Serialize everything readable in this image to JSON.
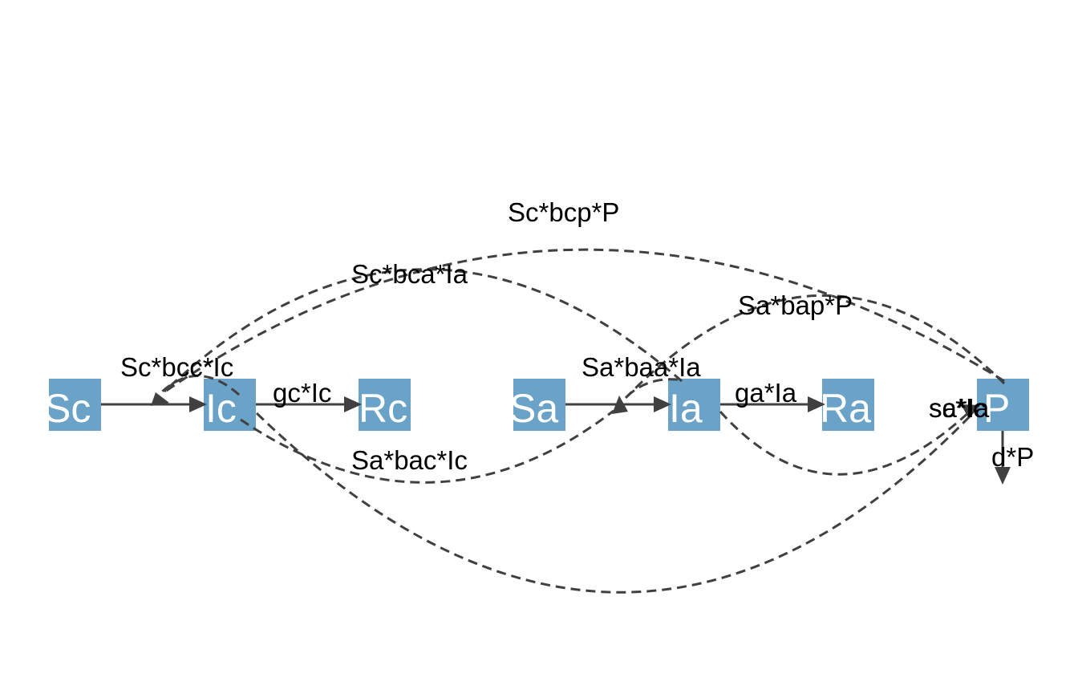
{
  "diagram": {
    "nodes": {
      "Sc": "Sc",
      "Ic": "Ic",
      "Rc": "Rc",
      "Sa": "Sa",
      "Ia": "Ia",
      "Ra": "Ra",
      "P": "P"
    },
    "flows": {
      "gc_ic": "gc*Ic",
      "ga_ia": "ga*Ia",
      "d_p": "d*P",
      "sc_bcc_ic": "Sc*bcc*Ic",
      "sc_bca_ia": "Sc*bca*Ia",
      "sc_bcp_p": "Sc*bcp*P",
      "sa_bac_ic": "Sa*bac*Ic",
      "sa_baa_ia": "Sa*baa*Ia",
      "sa_bap_p": "Sa*bap*P",
      "sc_ic_shed": "sc*Ic",
      "sa_ia_shed": "sa*Ia"
    }
  }
}
